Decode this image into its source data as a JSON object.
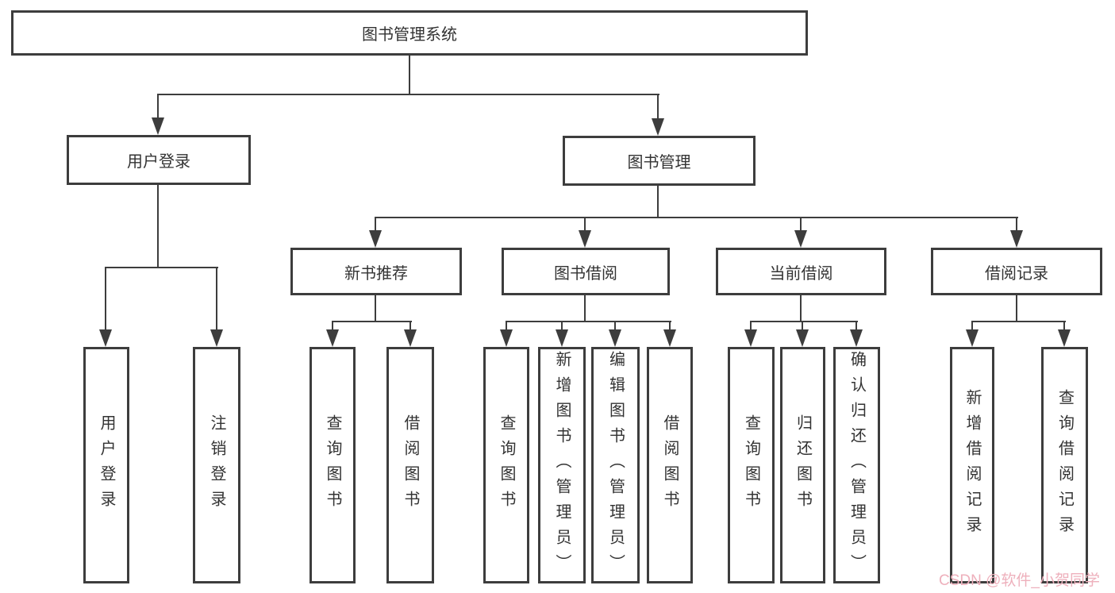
{
  "diagram": {
    "root": {
      "label": "图书管理系统"
    },
    "branches": [
      {
        "label": "用户登录",
        "leaves": [
          {
            "label": "用户登录"
          },
          {
            "label": "注销登录"
          }
        ]
      },
      {
        "label": "图书管理",
        "sections": [
          {
            "label": "新书推荐",
            "leaves": [
              {
                "label": "查询图书"
              },
              {
                "label": "借阅图书"
              }
            ]
          },
          {
            "label": "图书借阅",
            "leaves": [
              {
                "label": "查询图书"
              },
              {
                "label": "新增图书（管理员）"
              },
              {
                "label": "编辑图书（管理员）"
              },
              {
                "label": "借阅图书"
              }
            ]
          },
          {
            "label": "当前借阅",
            "leaves": [
              {
                "label": "查询图书"
              },
              {
                "label": "归还图书"
              },
              {
                "label": "确认归还（管理员）"
              }
            ]
          },
          {
            "label": "借阅记录",
            "leaves": [
              {
                "label": "新增借阅记录"
              },
              {
                "label": "查询借阅记录"
              }
            ]
          }
        ]
      }
    ]
  },
  "watermark": {
    "text": "CSDN @软件_小贺同学"
  },
  "colors": {
    "line": "#3d3d3d",
    "text": "#333333",
    "background": "#ffffff",
    "watermark": "#eeb0bc"
  }
}
